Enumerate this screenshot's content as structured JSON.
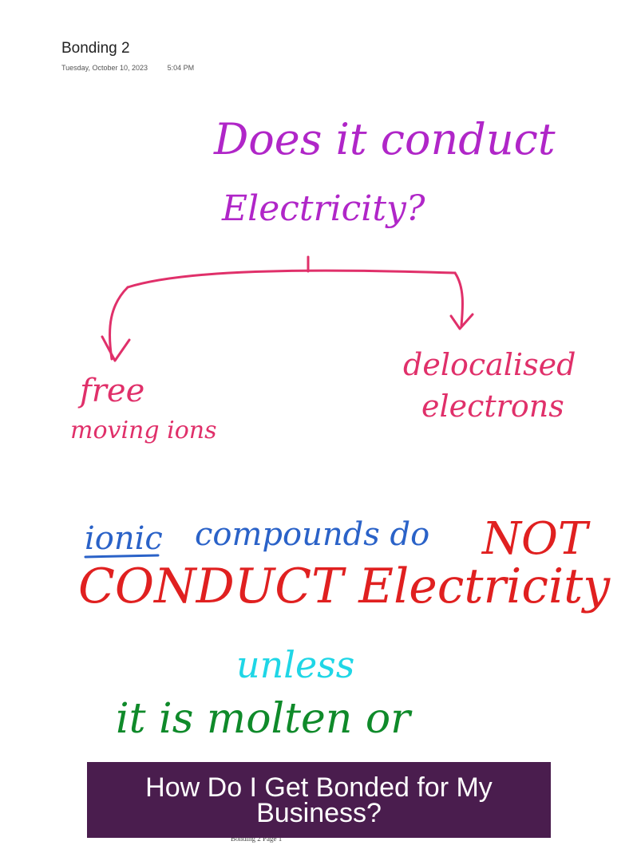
{
  "note": {
    "title": "Bonding 2",
    "date": "Tuesday, October 10, 2023",
    "time": "5:04 PM"
  },
  "handwriting": {
    "question_line1": "Does it conduct",
    "question_line2": "Electricity?",
    "left_line1": "free",
    "left_line2": "moving ions",
    "right_line1": "delocalised",
    "right_line2": "electrons",
    "ionic_word": "ionic",
    "compounds_do": "compounds do",
    "not_word": "NOT",
    "conduct_line": "CONDUCT Electricity",
    "unless": "unless",
    "molten_line": "it is molten or"
  },
  "colors": {
    "purple": "#b026c8",
    "pink": "#e0306a",
    "blue": "#2a62c8",
    "red": "#e02020",
    "cyan": "#1fd6e6",
    "green": "#0f8a2a",
    "banner_bg": "#4a1d4e"
  },
  "footer": {
    "page_label": "Bonding 2 Page 1"
  },
  "banner": {
    "text": "How Do I Get Bonded for My Business?"
  }
}
